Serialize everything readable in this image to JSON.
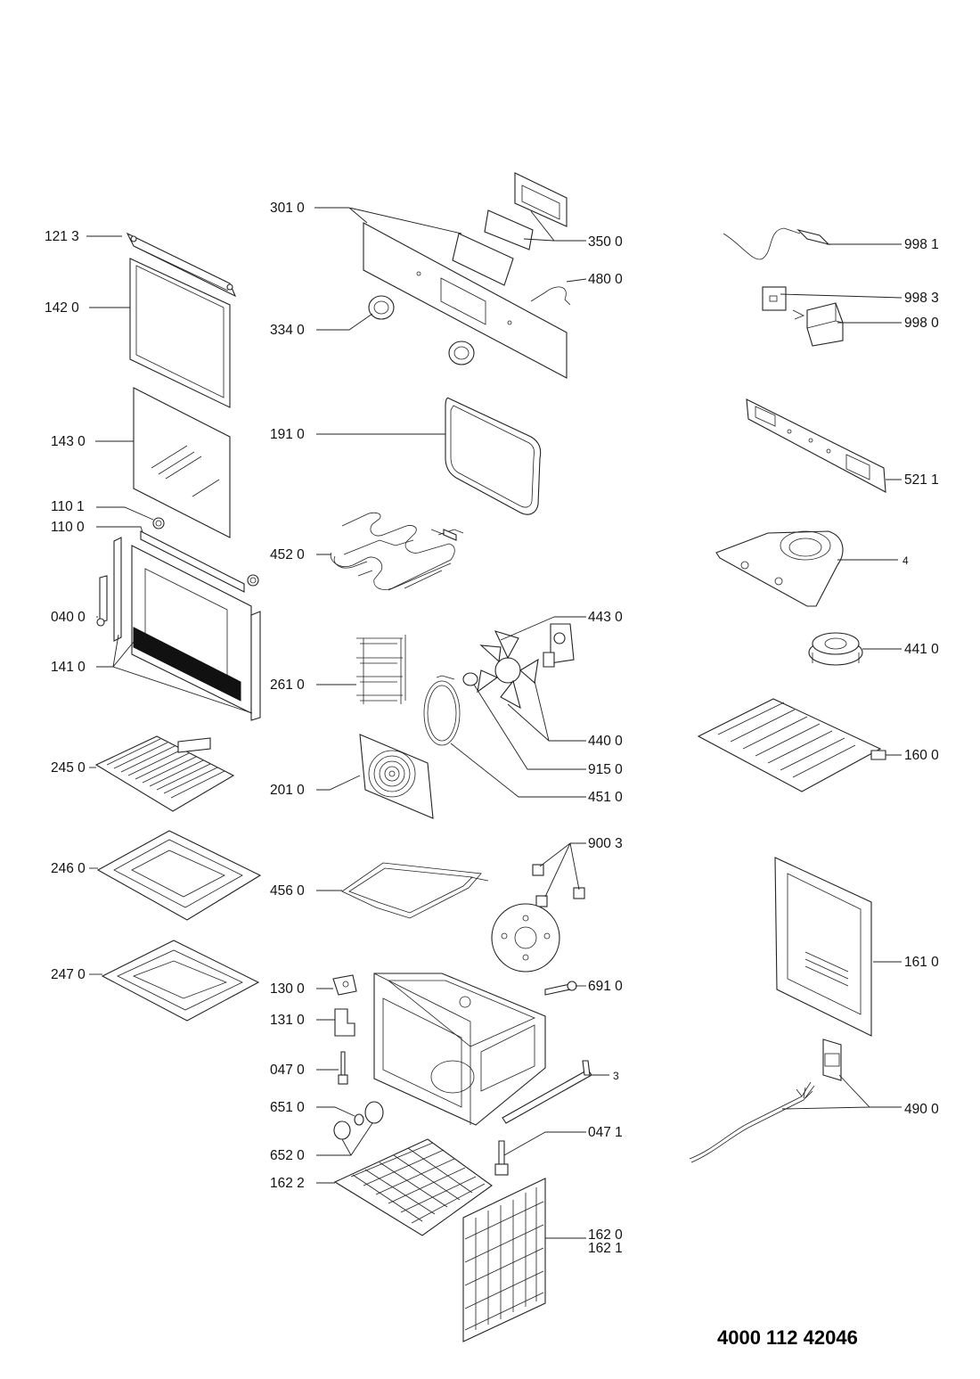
{
  "document_number": "4000 112 42046",
  "callouts": {
    "c1213": "121 3",
    "c1420": "142 0",
    "c1430": "143 0",
    "c1101": "110 1",
    "c1100": "110 0",
    "c0400": "040 0",
    "c1410": "141 0",
    "c2450": "245 0",
    "c2460": "246 0",
    "c2470": "247 0",
    "c3010": "301 0",
    "c3500": "350 0",
    "c4800": "480 0",
    "c3340": "334 0",
    "c1910": "191 0",
    "c4520": "452 0",
    "c4430": "443 0",
    "c2610": "261 0",
    "c4400": "440 0",
    "c9150": "915 0",
    "c2010": "201 0",
    "c4510": "451 0",
    "c9003": "900 3",
    "c4560": "456 0",
    "c6910": "691 0",
    "c1300": "130 0",
    "c1310": "131 0",
    "c0470": "047 0",
    "c3": "3",
    "c6510": "651 0",
    "c0471": "047 1",
    "c6520": "652 0",
    "c1622": "162 2",
    "c1620": "162 0",
    "c1621": "162 1",
    "c9981": "998 1",
    "c9983": "998 3",
    "c9980": "998 0",
    "c5211": "521 1",
    "c4": "4",
    "c4410": "441 0",
    "c1600": "160 0",
    "c1610": "161 0",
    "c4900": "490 0"
  }
}
